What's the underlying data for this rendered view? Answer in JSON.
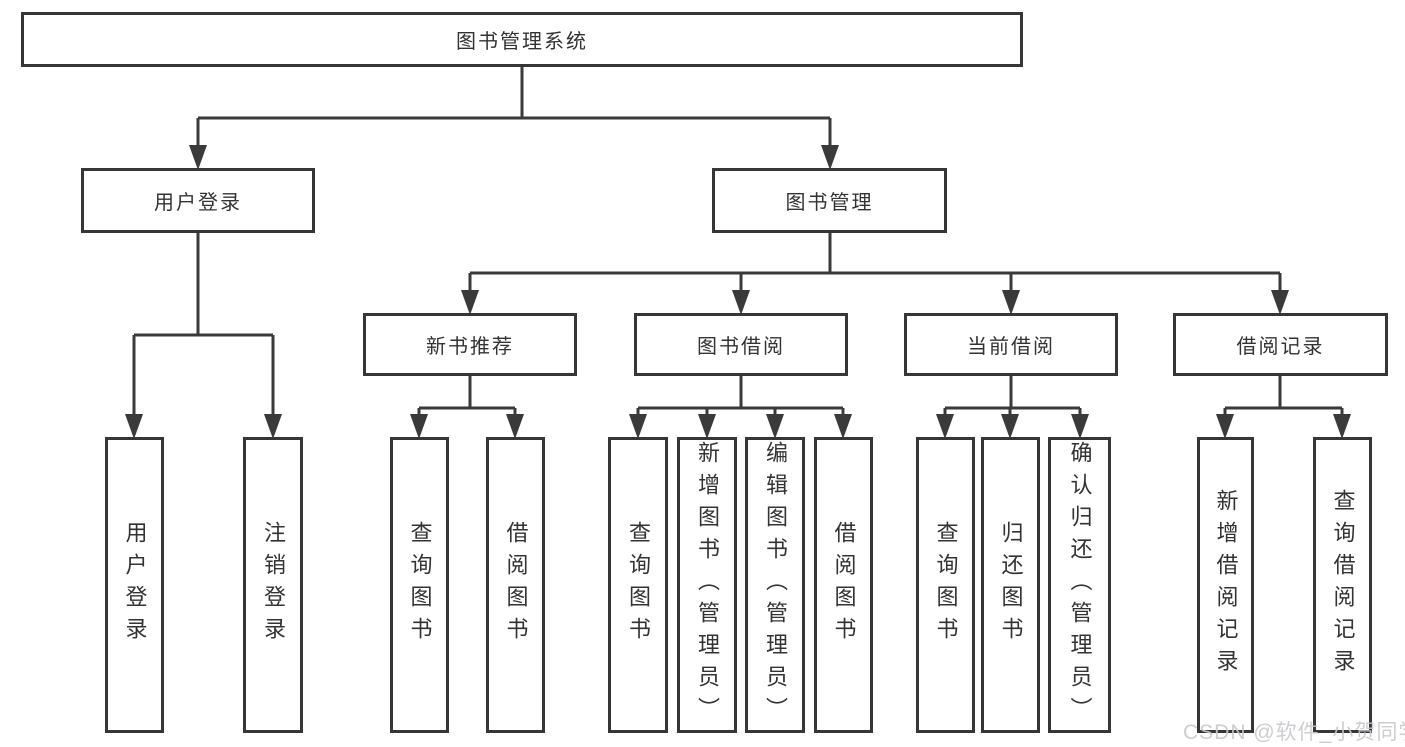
{
  "diagram_title": "图书管理系统",
  "tree": {
    "root": {
      "label": "图书管理系统"
    },
    "branches": [
      {
        "label": "用户登录",
        "children": [
          {
            "label": "用户登录"
          },
          {
            "label": "注销登录"
          }
        ]
      },
      {
        "label": "图书管理",
        "children": [
          {
            "label": "新书推荐",
            "children": [
              {
                "label": "查询图书"
              },
              {
                "label": "借阅图书"
              }
            ]
          },
          {
            "label": "图书借阅",
            "children": [
              {
                "label": "查询图书"
              },
              {
                "label": "新增图书（管理员）"
              },
              {
                "label": "编辑图书（管理员）"
              },
              {
                "label": "借阅图书"
              }
            ]
          },
          {
            "label": "当前借阅",
            "children": [
              {
                "label": "查询图书"
              },
              {
                "label": "归还图书"
              },
              {
                "label": "确认归还（管理员）"
              }
            ]
          },
          {
            "label": "借阅记录",
            "children": [
              {
                "label": "新增借阅记录"
              },
              {
                "label": "查询借阅记录"
              }
            ]
          }
        ]
      }
    ]
  },
  "watermark": {
    "text": "CSDN @软件_小贺同学"
  },
  "colors": {
    "line": "#3a3a3a",
    "box_border": "#363636",
    "text": "#333333",
    "background": "#ffffff",
    "watermark": "#c9c9ce"
  }
}
